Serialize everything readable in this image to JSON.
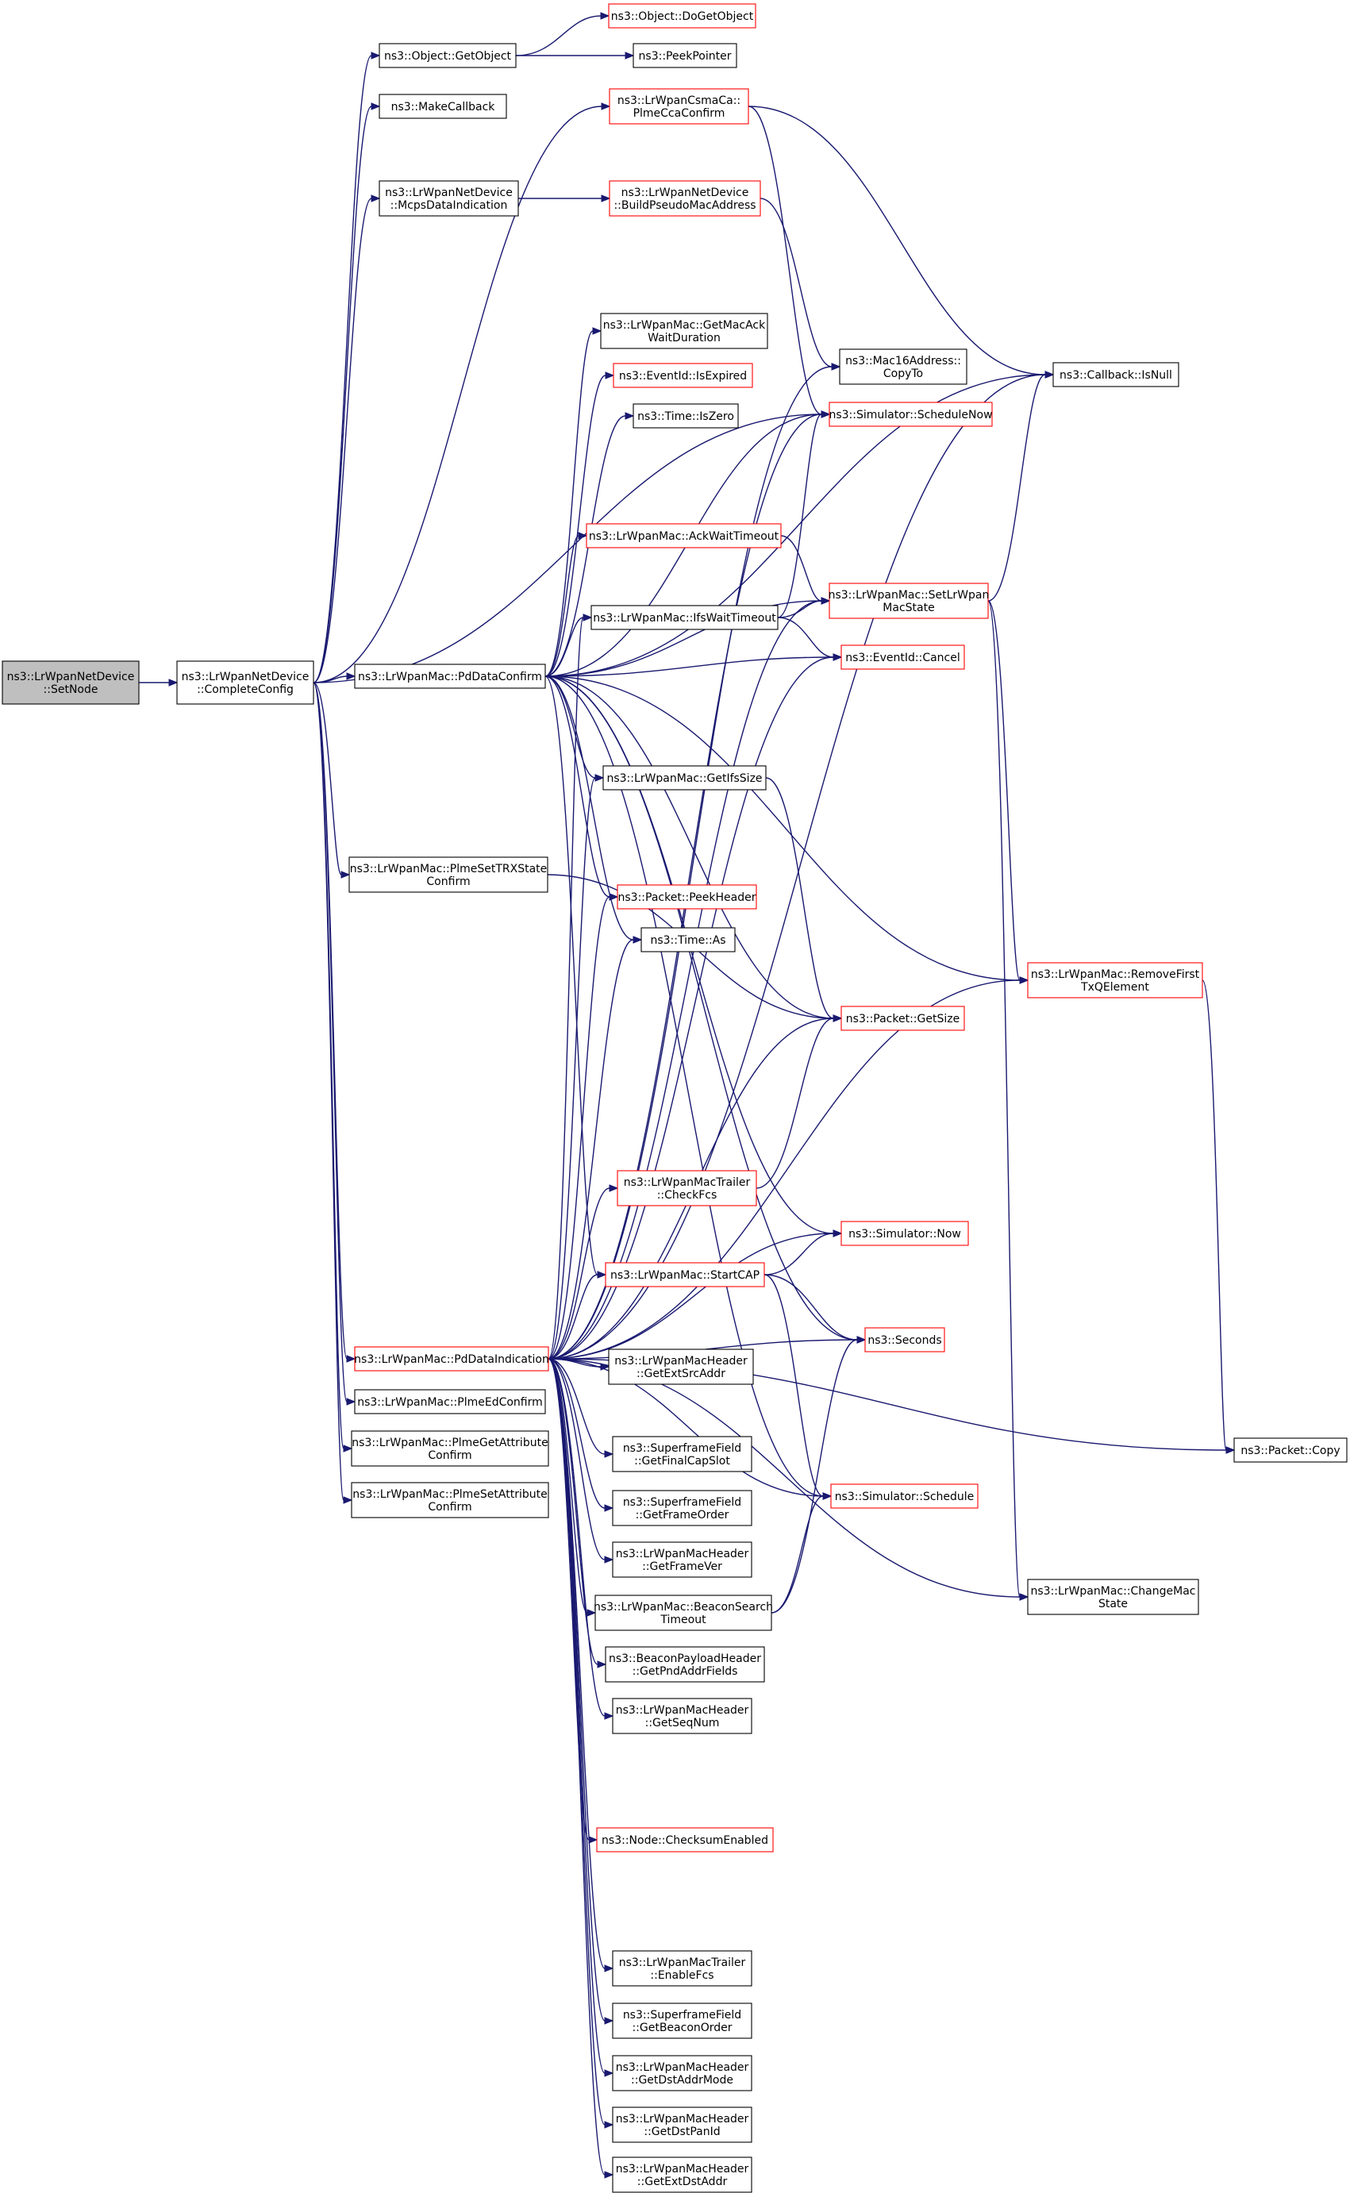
{
  "graph": {
    "nodes": [
      {
        "id": "root",
        "lines": [
          "ns3::LrWpanNetDevice",
          "::SetNode"
        ],
        "style": "root"
      },
      {
        "id": "cc",
        "lines": [
          "ns3::LrWpanNetDevice",
          "::CompleteConfig"
        ],
        "style": "normal"
      },
      {
        "id": "getobj",
        "lines": [
          "ns3::Object::GetObject"
        ],
        "style": "normal"
      },
      {
        "id": "dogetobj",
        "lines": [
          "ns3::Object::DoGetObject"
        ],
        "style": "red"
      },
      {
        "id": "peekptr",
        "lines": [
          "ns3::PeekPointer"
        ],
        "style": "normal"
      },
      {
        "id": "makecb",
        "lines": [
          "ns3::MakeCallback"
        ],
        "style": "normal"
      },
      {
        "id": "plmecca",
        "lines": [
          "ns3::LrWpanCsmaCa::",
          "PlmeCcaConfirm"
        ],
        "style": "red"
      },
      {
        "id": "mcpsdata",
        "lines": [
          "ns3::LrWpanNetDevice",
          "::McpsDataIndication"
        ],
        "style": "normal"
      },
      {
        "id": "buildpseudo",
        "lines": [
          "ns3::LrWpanNetDevice",
          "::BuildPseudoMacAddress"
        ],
        "style": "red"
      },
      {
        "id": "getmacack",
        "lines": [
          "ns3::LrWpanMac::GetMacAck",
          "WaitDuration"
        ],
        "style": "normal"
      },
      {
        "id": "isexpired",
        "lines": [
          "ns3::EventId::IsExpired"
        ],
        "style": "red"
      },
      {
        "id": "mac16copy",
        "lines": [
          "ns3::Mac16Address::",
          "CopyTo"
        ],
        "style": "normal"
      },
      {
        "id": "cbisnull",
        "lines": [
          "ns3::Callback::IsNull"
        ],
        "style": "normal"
      },
      {
        "id": "schednow",
        "lines": [
          "ns3::Simulator::ScheduleNow"
        ],
        "style": "red"
      },
      {
        "id": "timeiszero",
        "lines": [
          "ns3::Time::IsZero"
        ],
        "style": "normal"
      },
      {
        "id": "ackwait",
        "lines": [
          "ns3::LrWpanMac::AckWaitTimeout"
        ],
        "style": "red"
      },
      {
        "id": "setlrwpan",
        "lines": [
          "ns3::LrWpanMac::SetLrWpan",
          "MacState"
        ],
        "style": "red"
      },
      {
        "id": "ifswait",
        "lines": [
          "ns3::LrWpanMac::IfsWaitTimeout"
        ],
        "style": "normal"
      },
      {
        "id": "pdconfirm",
        "lines": [
          "ns3::LrWpanMac::PdDataConfirm"
        ],
        "style": "normal"
      },
      {
        "id": "cancel",
        "lines": [
          "ns3::EventId::Cancel"
        ],
        "style": "red"
      },
      {
        "id": "getifs",
        "lines": [
          "ns3::LrWpanMac::GetIfsSize"
        ],
        "style": "normal"
      },
      {
        "id": "plmesettrx",
        "lines": [
          "ns3::LrWpanMac::PlmeSetTRXState",
          "Confirm"
        ],
        "style": "normal"
      },
      {
        "id": "peekheader",
        "lines": [
          "ns3::Packet::PeekHeader"
        ],
        "style": "red"
      },
      {
        "id": "timeas",
        "lines": [
          "ns3::Time::As"
        ],
        "style": "normal"
      },
      {
        "id": "removefirst",
        "lines": [
          "ns3::LrWpanMac::RemoveFirst",
          "TxQElement"
        ],
        "style": "red"
      },
      {
        "id": "getsize",
        "lines": [
          "ns3::Packet::GetSize"
        ],
        "style": "red"
      },
      {
        "id": "checkfcs",
        "lines": [
          "ns3::LrWpanMacTrailer",
          "::CheckFcs"
        ],
        "style": "red"
      },
      {
        "id": "simnow",
        "lines": [
          "ns3::Simulator::Now"
        ],
        "style": "red"
      },
      {
        "id": "startcap",
        "lines": [
          "ns3::LrWpanMac::StartCAP"
        ],
        "style": "red"
      },
      {
        "id": "seconds",
        "lines": [
          "ns3::Seconds"
        ],
        "style": "red"
      },
      {
        "id": "pdind",
        "lines": [
          "ns3::LrWpanMac::PdDataIndication"
        ],
        "style": "red"
      },
      {
        "id": "getextsrc",
        "lines": [
          "ns3::LrWpanMacHeader",
          "::GetExtSrcAddr"
        ],
        "style": "normal"
      },
      {
        "id": "plmeed",
        "lines": [
          "ns3::LrWpanMac::PlmeEdConfirm"
        ],
        "style": "normal"
      },
      {
        "id": "getfinalcap",
        "lines": [
          "ns3::SuperframeField",
          "::GetFinalCapSlot"
        ],
        "style": "normal"
      },
      {
        "id": "plmeget",
        "lines": [
          "ns3::LrWpanMac::PlmeGetAttribute",
          "Confirm"
        ],
        "style": "normal"
      },
      {
        "id": "packetcopy",
        "lines": [
          "ns3::Packet::Copy"
        ],
        "style": "normal"
      },
      {
        "id": "plmeset",
        "lines": [
          "ns3::LrWpanMac::PlmeSetAttribute",
          "Confirm"
        ],
        "style": "normal"
      },
      {
        "id": "getframeorder",
        "lines": [
          "ns3::SuperframeField",
          "::GetFrameOrder"
        ],
        "style": "normal"
      },
      {
        "id": "schedule",
        "lines": [
          "ns3::Simulator::Schedule"
        ],
        "style": "red"
      },
      {
        "id": "getframever",
        "lines": [
          "ns3::LrWpanMacHeader",
          "::GetFrameVer"
        ],
        "style": "normal"
      },
      {
        "id": "changemac",
        "lines": [
          "ns3::LrWpanMac::ChangeMac",
          "State"
        ],
        "style": "normal"
      },
      {
        "id": "beaconsearch",
        "lines": [
          "ns3::LrWpanMac::BeaconSearch",
          "Timeout"
        ],
        "style": "normal"
      },
      {
        "id": "getpnd",
        "lines": [
          "ns3::BeaconPayloadHeader",
          "::GetPndAddrFields"
        ],
        "style": "normal"
      },
      {
        "id": "getseq",
        "lines": [
          "ns3::LrWpanMacHeader",
          "::GetSeqNum"
        ],
        "style": "normal"
      },
      {
        "id": "checksum",
        "lines": [
          "ns3::Node::ChecksumEnabled"
        ],
        "style": "red"
      },
      {
        "id": "enablefcs",
        "lines": [
          "ns3::LrWpanMacTrailer",
          "::EnableFcs"
        ],
        "style": "normal"
      },
      {
        "id": "getbeaconorder",
        "lines": [
          "ns3::SuperframeField",
          "::GetBeaconOrder"
        ],
        "style": "normal"
      },
      {
        "id": "getdstmode",
        "lines": [
          "ns3::LrWpanMacHeader",
          "::GetDstAddrMode"
        ],
        "style": "normal"
      },
      {
        "id": "getdstpan",
        "lines": [
          "ns3::LrWpanMacHeader",
          "::GetDstPanId"
        ],
        "style": "normal"
      },
      {
        "id": "getextdst",
        "lines": [
          "ns3::LrWpanMacHeader",
          "::GetExtDstAddr"
        ],
        "style": "normal"
      }
    ],
    "edges": [
      [
        "root",
        "cc"
      ],
      [
        "cc",
        "getobj"
      ],
      [
        "cc",
        "makecb"
      ],
      [
        "cc",
        "plmecca"
      ],
      [
        "cc",
        "mcpsdata"
      ],
      [
        "cc",
        "schednow"
      ],
      [
        "cc",
        "pdconfirm"
      ],
      [
        "cc",
        "plmesettrx"
      ],
      [
        "cc",
        "pdind"
      ],
      [
        "cc",
        "plmeed"
      ],
      [
        "cc",
        "plmeget"
      ],
      [
        "cc",
        "plmeset"
      ],
      [
        "getobj",
        "dogetobj"
      ],
      [
        "getobj",
        "peekptr"
      ],
      [
        "plmecca",
        "cbisnull"
      ],
      [
        "plmecca",
        "schednow"
      ],
      [
        "mcpsdata",
        "buildpseudo"
      ],
      [
        "buildpseudo",
        "mac16copy"
      ],
      [
        "pdconfirm",
        "getmacack"
      ],
      [
        "pdconfirm",
        "isexpired"
      ],
      [
        "pdconfirm",
        "timeiszero"
      ],
      [
        "pdconfirm",
        "ackwait"
      ],
      [
        "pdconfirm",
        "ifswait"
      ],
      [
        "pdconfirm",
        "cancel"
      ],
      [
        "pdconfirm",
        "getifs"
      ],
      [
        "pdconfirm",
        "peekheader"
      ],
      [
        "pdconfirm",
        "timeas"
      ],
      [
        "pdconfirm",
        "setlrwpan"
      ],
      [
        "pdconfirm",
        "removefirst"
      ],
      [
        "pdconfirm",
        "getsize"
      ],
      [
        "pdconfirm",
        "simnow"
      ],
      [
        "pdconfirm",
        "startcap"
      ],
      [
        "pdconfirm",
        "seconds"
      ],
      [
        "pdconfirm",
        "schedule"
      ],
      [
        "pdconfirm",
        "cbisnull"
      ],
      [
        "pdconfirm",
        "schednow"
      ],
      [
        "ackwait",
        "setlrwpan"
      ],
      [
        "ifswait",
        "setlrwpan"
      ],
      [
        "ifswait",
        "cancel"
      ],
      [
        "ifswait",
        "schednow"
      ],
      [
        "setlrwpan",
        "cbisnull"
      ],
      [
        "setlrwpan",
        "removefirst"
      ],
      [
        "setlrwpan",
        "changemac"
      ],
      [
        "getifs",
        "getsize"
      ],
      [
        "plmesettrx",
        "getsize"
      ],
      [
        "removefirst",
        "packetcopy"
      ],
      [
        "checkfcs",
        "getsize"
      ],
      [
        "startcap",
        "simnow"
      ],
      [
        "startcap",
        "seconds"
      ],
      [
        "startcap",
        "schedule"
      ],
      [
        "beaconsearch",
        "seconds"
      ],
      [
        "beaconsearch",
        "schedule"
      ],
      [
        "pdind",
        "getextsrc"
      ],
      [
        "pdind",
        "getfinalcap"
      ],
      [
        "pdind",
        "getframeorder"
      ],
      [
        "pdind",
        "getframever"
      ],
      [
        "pdind",
        "beaconsearch"
      ],
      [
        "pdind",
        "getpnd"
      ],
      [
        "pdind",
        "getseq"
      ],
      [
        "pdind",
        "checksum"
      ],
      [
        "pdind",
        "enablefcs"
      ],
      [
        "pdind",
        "getbeaconorder"
      ],
      [
        "pdind",
        "getdstmode"
      ],
      [
        "pdind",
        "getdstpan"
      ],
      [
        "pdind",
        "getextdst"
      ],
      [
        "pdind",
        "seconds"
      ],
      [
        "pdind",
        "startcap"
      ],
      [
        "pdind",
        "simnow"
      ],
      [
        "pdind",
        "checkfcs"
      ],
      [
        "pdind",
        "getsize"
      ],
      [
        "pdind",
        "timeas"
      ],
      [
        "pdind",
        "peekheader"
      ],
      [
        "pdind",
        "getifs"
      ],
      [
        "pdind",
        "ifswait"
      ],
      [
        "pdind",
        "setlrwpan"
      ],
      [
        "pdind",
        "cancel"
      ],
      [
        "pdind",
        "mac16copy"
      ],
      [
        "pdind",
        "schednow"
      ],
      [
        "pdind",
        "cbisnull"
      ],
      [
        "pdind",
        "removefirst"
      ],
      [
        "pdind",
        "schedule"
      ],
      [
        "pdind",
        "changemac"
      ],
      [
        "pdind",
        "packetcopy"
      ]
    ]
  }
}
